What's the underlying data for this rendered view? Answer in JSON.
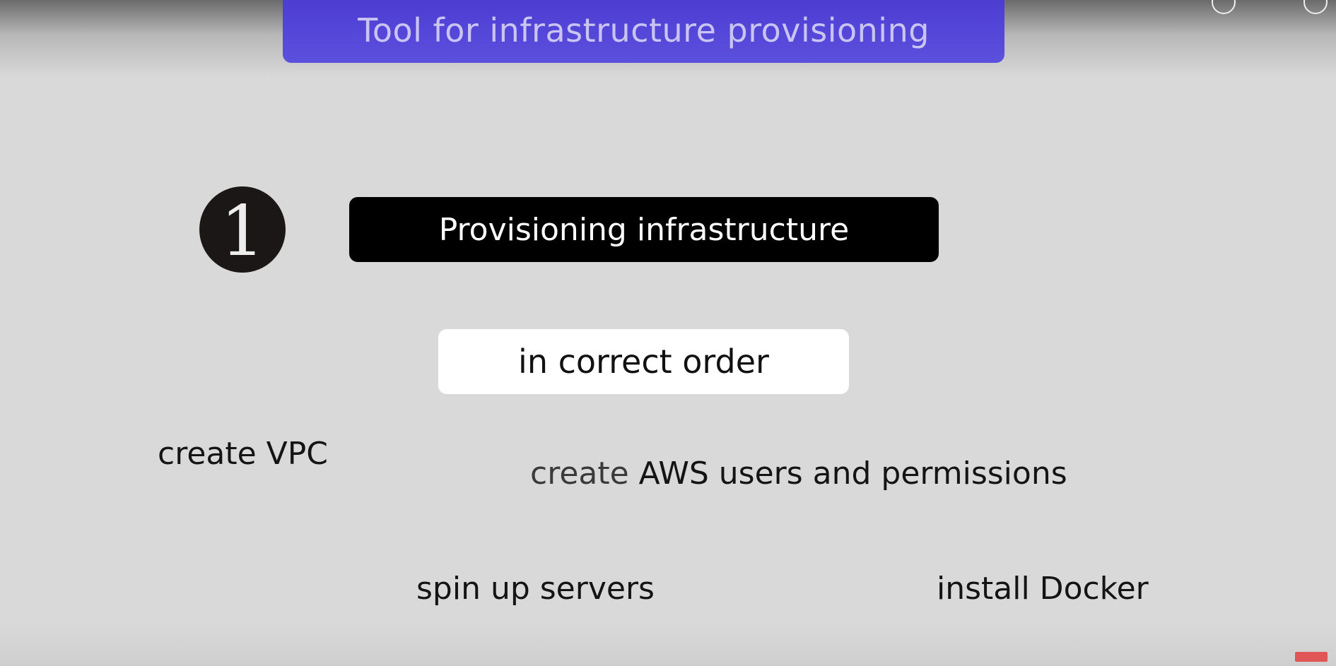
{
  "slide": {
    "title": "Tool for infrastructure provisioning",
    "step_number": "1",
    "heading": "Provisioning infrastructure",
    "subheading": "in correct order",
    "tasks": {
      "create_vpc": "create VPC",
      "aws_verb": "create",
      "aws_rest": "AWS users and permissions",
      "spin_up_servers": "spin up servers",
      "install_docker": "install Docker"
    }
  },
  "colors": {
    "background": "#d9d9d9",
    "title_banner": "#5243d8",
    "title_text": "#c9c4f2",
    "heading_box": "#000000",
    "order_box": "#ffffff",
    "badge": "#1b1716"
  },
  "icons": {
    "corner": "subscribe-badge-icon",
    "top_right": "player-control-icon"
  }
}
